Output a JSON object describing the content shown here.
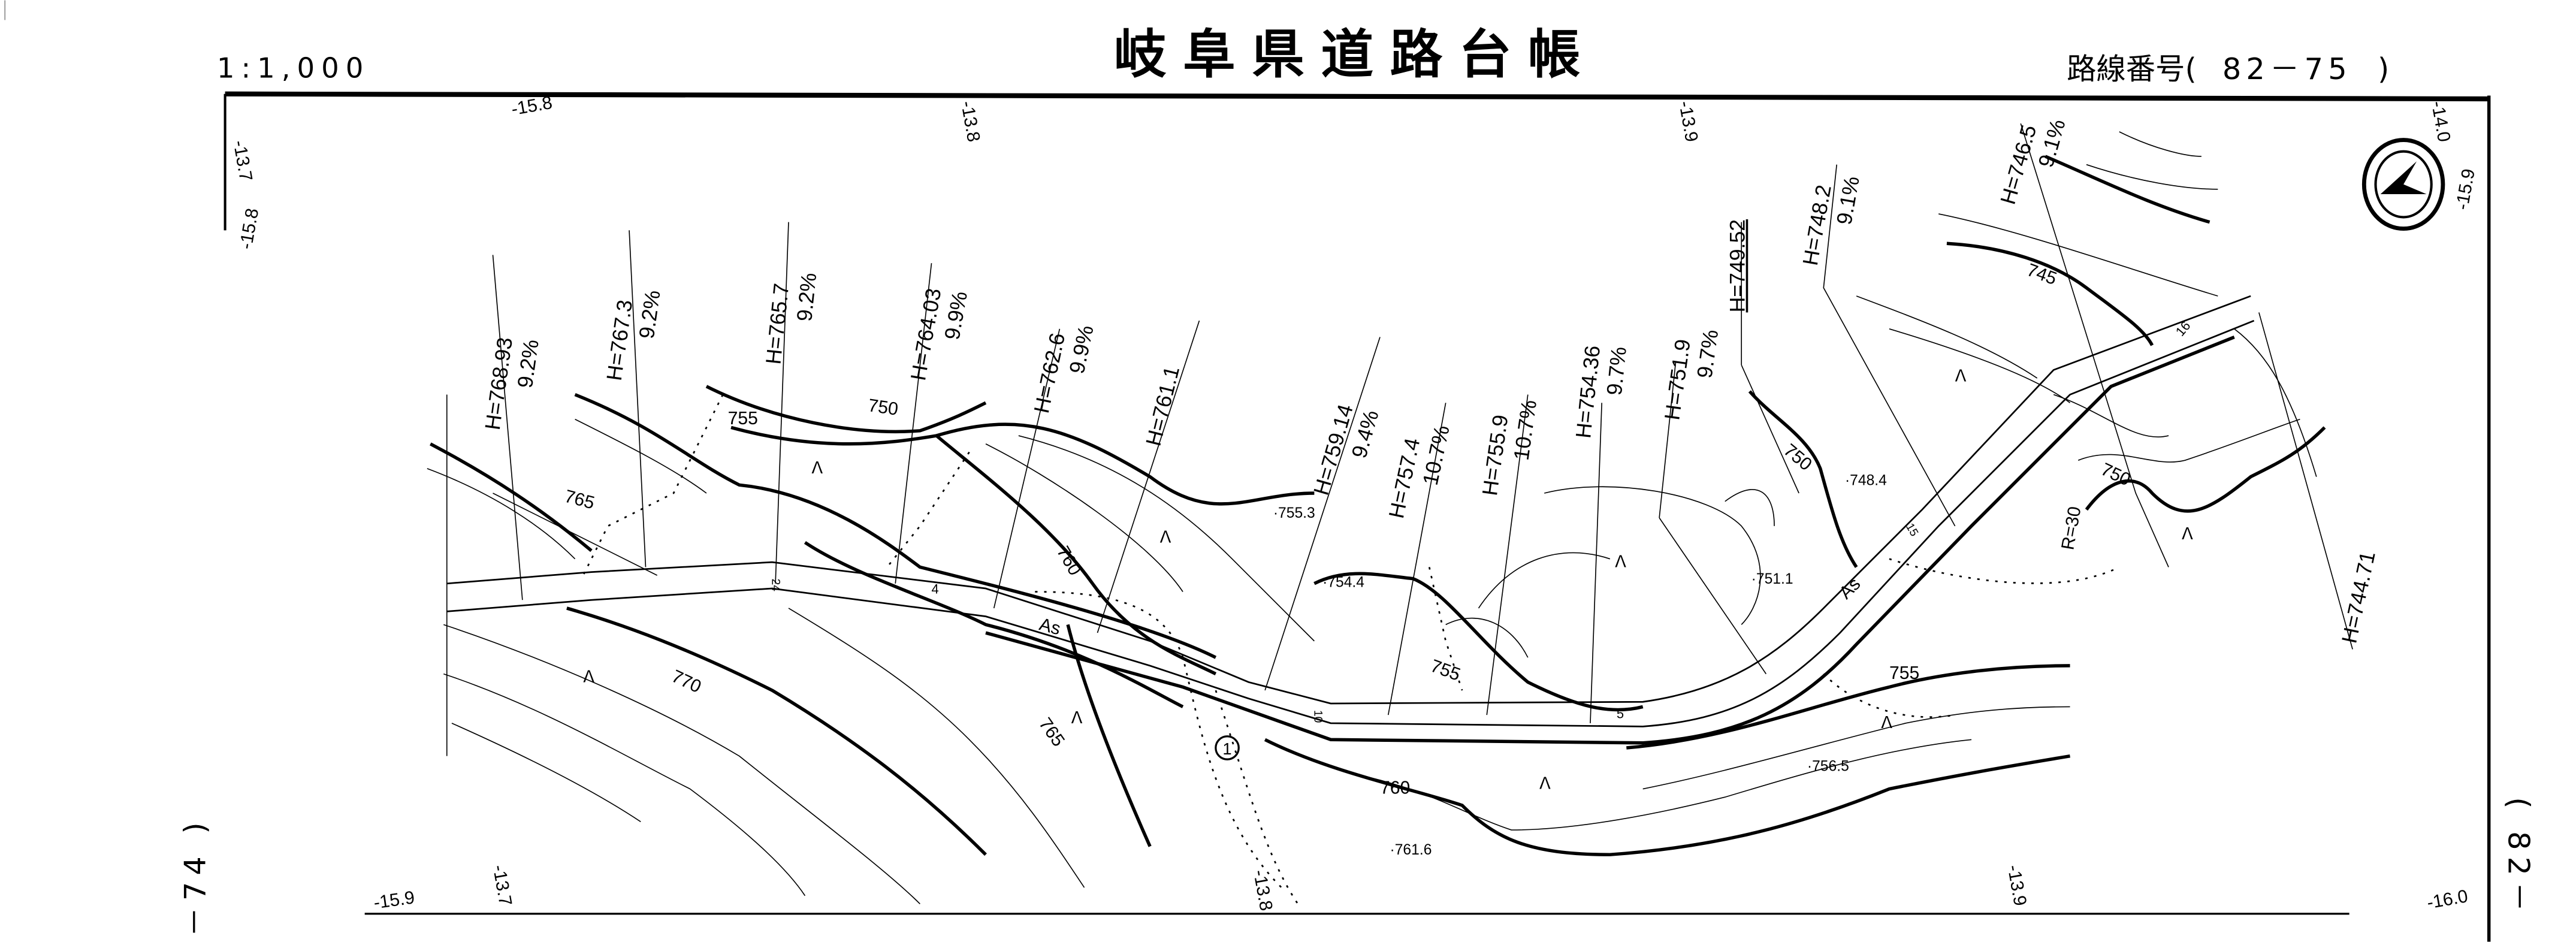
{
  "header": {
    "scale": "1:1,000",
    "title": "岐阜県道路台帳",
    "route_label": "路線番号(",
    "route_number": "82－75",
    "route_close": ")"
  },
  "sheet_links": {
    "left": "－74 )",
    "right": "( 82－"
  },
  "edge_marks": {
    "top": [
      "-15.8",
      "-13.8",
      "-13.9",
      "-14.0",
      "-15.9"
    ],
    "left": [
      "-13.7",
      "-15.8"
    ],
    "bottom": [
      "-15.9",
      "-13.7",
      "-13.8",
      "-13.9",
      "-16.0"
    ]
  },
  "profile_labels": [
    {
      "h": "H=768.93",
      "grade": "9.2%"
    },
    {
      "h": "H=767.3",
      "grade": "9.2%"
    },
    {
      "h": "H=765.7",
      "grade": "9.2%"
    },
    {
      "h": "H=764.03",
      "grade": "9.9%"
    },
    {
      "h": "H=762.6",
      "grade": "9.9%"
    },
    {
      "h": "H=761.1",
      "grade": ""
    },
    {
      "h": "H=759.14",
      "grade": "9.4%"
    },
    {
      "h": "H=757.4",
      "grade": "10.7%"
    },
    {
      "h": "H=755.9",
      "grade": "10.7%"
    },
    {
      "h": "H=754.36",
      "grade": "9.7%"
    },
    {
      "h": "H=751.9",
      "grade": "9.7%"
    },
    {
      "h": "H=749.52",
      "grade": ""
    },
    {
      "h": "H=748.2",
      "grade": "9.1%"
    },
    {
      "h": "H=746.5",
      "grade": "9.1%"
    },
    {
      "h": "H=744.71",
      "grade": ""
    }
  ],
  "contour_labels": [
    "750",
    "755",
    "765",
    "760",
    "770",
    "765",
    "755",
    "760",
    "750",
    "750",
    "745",
    "755"
  ],
  "spot_heights": [
    "755.3",
    "754.4",
    "748.4",
    "751.1",
    "756.5",
    "761.6"
  ],
  "road": {
    "surface_labels": [
      "As",
      "As"
    ],
    "curve_radius": "R=30",
    "station_marker": "1",
    "stations": [
      "24",
      "4",
      "10",
      "5",
      "15",
      "16"
    ]
  },
  "colors": {
    "ink": "#000000",
    "paper": "#ffffff"
  }
}
